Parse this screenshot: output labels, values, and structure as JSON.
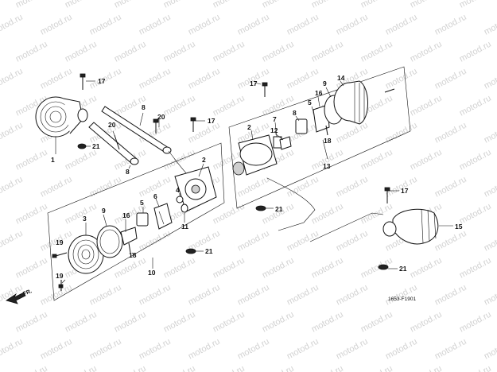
{
  "watermark_text": "motod.ru",
  "diagram_code": "1653-F1901",
  "front_marker": "FR.",
  "labels": {
    "l1": "1",
    "l2a": "2",
    "l2b": "2",
    "l3": "3",
    "l5a": "5",
    "l5b": "5",
    "l6": "6",
    "l7": "7",
    "l8a": "8",
    "l8b": "8",
    "l9a": "9",
    "l9b": "9",
    "l10": "10",
    "l11": "11",
    "l12": "12",
    "l13": "13",
    "l14": "14",
    "l15": "15",
    "l16a": "16",
    "l16b": "16",
    "l17a": "17",
    "l17b": "17",
    "l17c": "17",
    "l17d": "17",
    "l18a": "18",
    "l18b": "18",
    "l19a": "19",
    "l19b": "19",
    "l20a": "20",
    "l20b": "20",
    "l21a": "21",
    "l21b": "21",
    "l21c": "21",
    "l21d": "21"
  },
  "colors": {
    "line": "#111111",
    "watermark": "#d2d2d2",
    "background": "#ffffff"
  }
}
